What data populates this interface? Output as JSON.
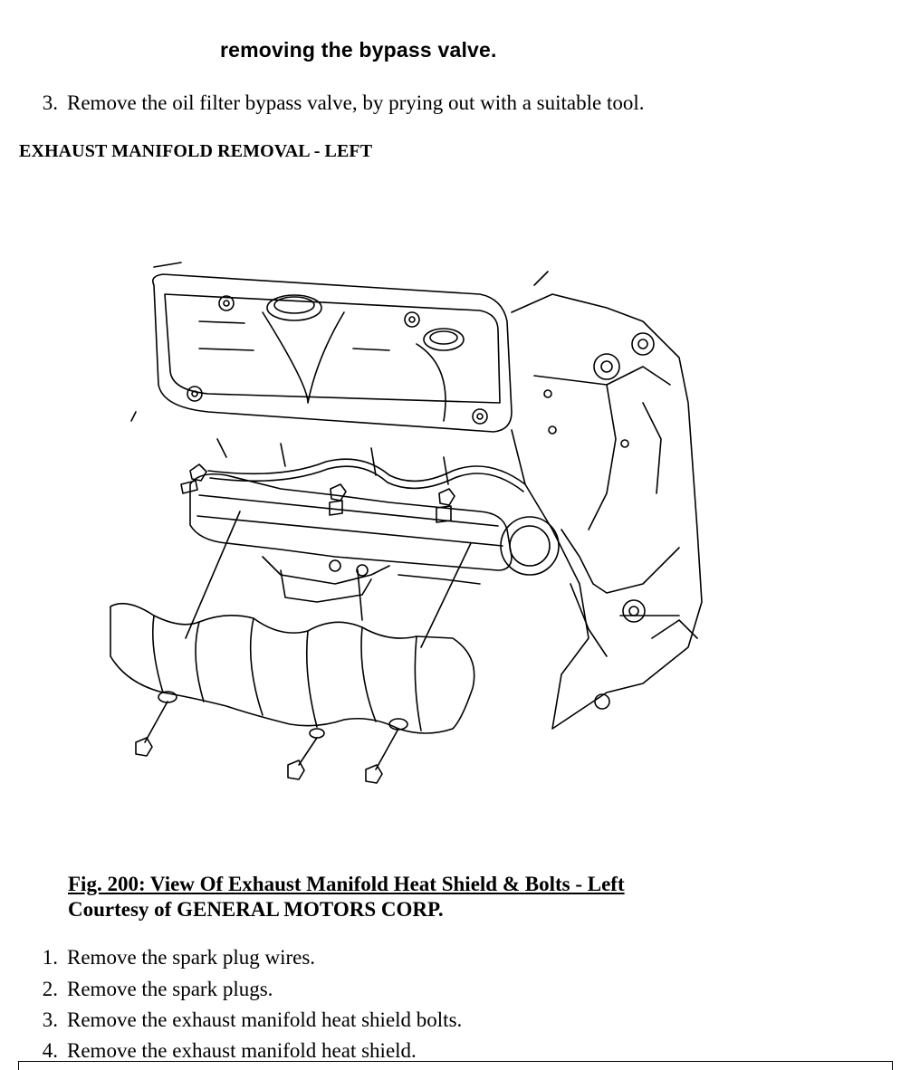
{
  "note": {
    "continuation": "removing the bypass valve."
  },
  "prior_steps": [
    {
      "number": "3.",
      "text": "Remove the oil filter bypass valve, by prying out with a suitable tool."
    }
  ],
  "section": {
    "heading": "EXHAUST MANIFOLD REMOVAL - LEFT"
  },
  "figure": {
    "title": "Fig. 200: View Of Exhaust Manifold Heat Shield & Bolts - Left",
    "credit": "Courtesy of GENERAL MOTORS CORP."
  },
  "steps": [
    {
      "number": "1.",
      "text": "Remove the spark plug wires."
    },
    {
      "number": "2.",
      "text": "Remove the spark plugs."
    },
    {
      "number": "3.",
      "text": "Remove the exhaust manifold heat shield bolts."
    },
    {
      "number": "4.",
      "text": "Remove the exhaust manifold heat shield."
    }
  ]
}
